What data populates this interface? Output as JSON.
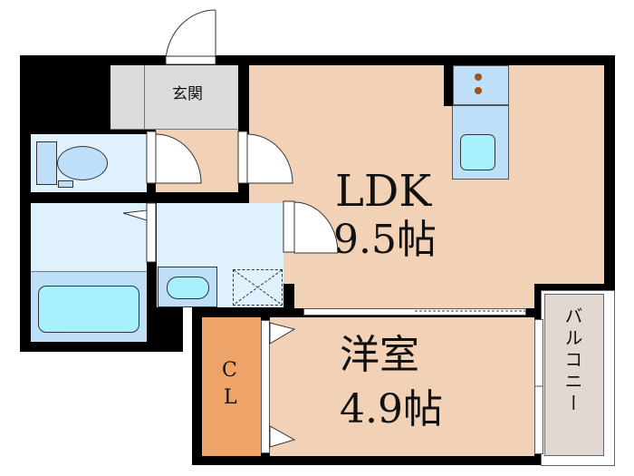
{
  "floor_plan": {
    "rooms": [
      {
        "id": "entrance",
        "label": "玄関"
      },
      {
        "id": "ldk",
        "label": "LDK",
        "size": "9.5帖"
      },
      {
        "id": "western_room",
        "label": "洋室",
        "size": "4.9帖"
      },
      {
        "id": "closet",
        "label": "C",
        "label2": "L"
      },
      {
        "id": "balcony",
        "label": "バルコニー"
      },
      {
        "id": "toilet",
        "label": ""
      },
      {
        "id": "bathroom",
        "label": ""
      },
      {
        "id": "washroom",
        "label": ""
      }
    ],
    "colors": {
      "wall": "#000000",
      "living": "#f2d2b6",
      "wet_area": "#dff1fd",
      "fixture": "#bfdff9",
      "entrance": "#dcdcdc",
      "closet": "#eea468",
      "balcony": "#e1d9d1"
    }
  }
}
